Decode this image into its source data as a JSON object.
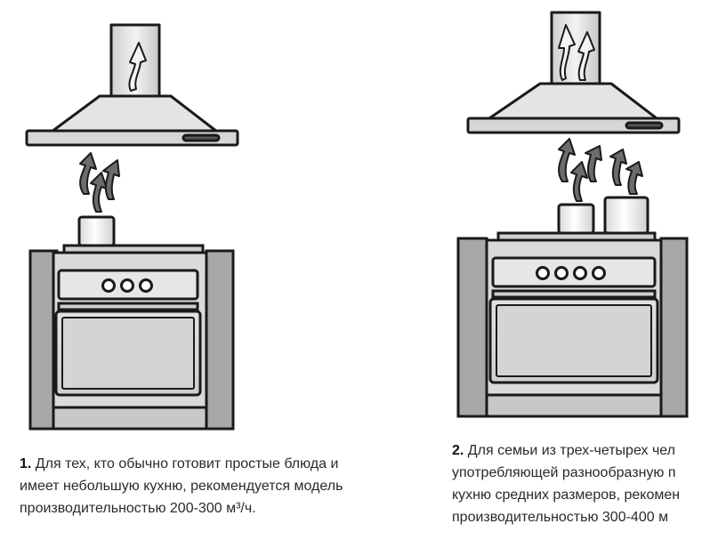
{
  "captions": [
    {
      "number": "1.",
      "lines": [
        "Для тех, кто обычно готовит простые блюда и",
        "имеет небольшую кухню, рекомендуется модель",
        "производительностью 200-300 м³/ч."
      ]
    },
    {
      "number": "2.",
      "lines": [
        "Для семьи из трех-четырех чел",
        "употребляющей разнообразную п",
        "кухню средних размеров, рекомен",
        "производительностью 300-400 м"
      ]
    }
  ],
  "colors": {
    "outline": "#1a1a1a",
    "fill_light": "#dcdcdc",
    "fill_mid": "#c4c4c4",
    "fill_dark": "#9a9a9a",
    "text": "#2a2a2a"
  },
  "icons": [
    "steam-arrow-icon",
    "air-arrow-icon"
  ]
}
